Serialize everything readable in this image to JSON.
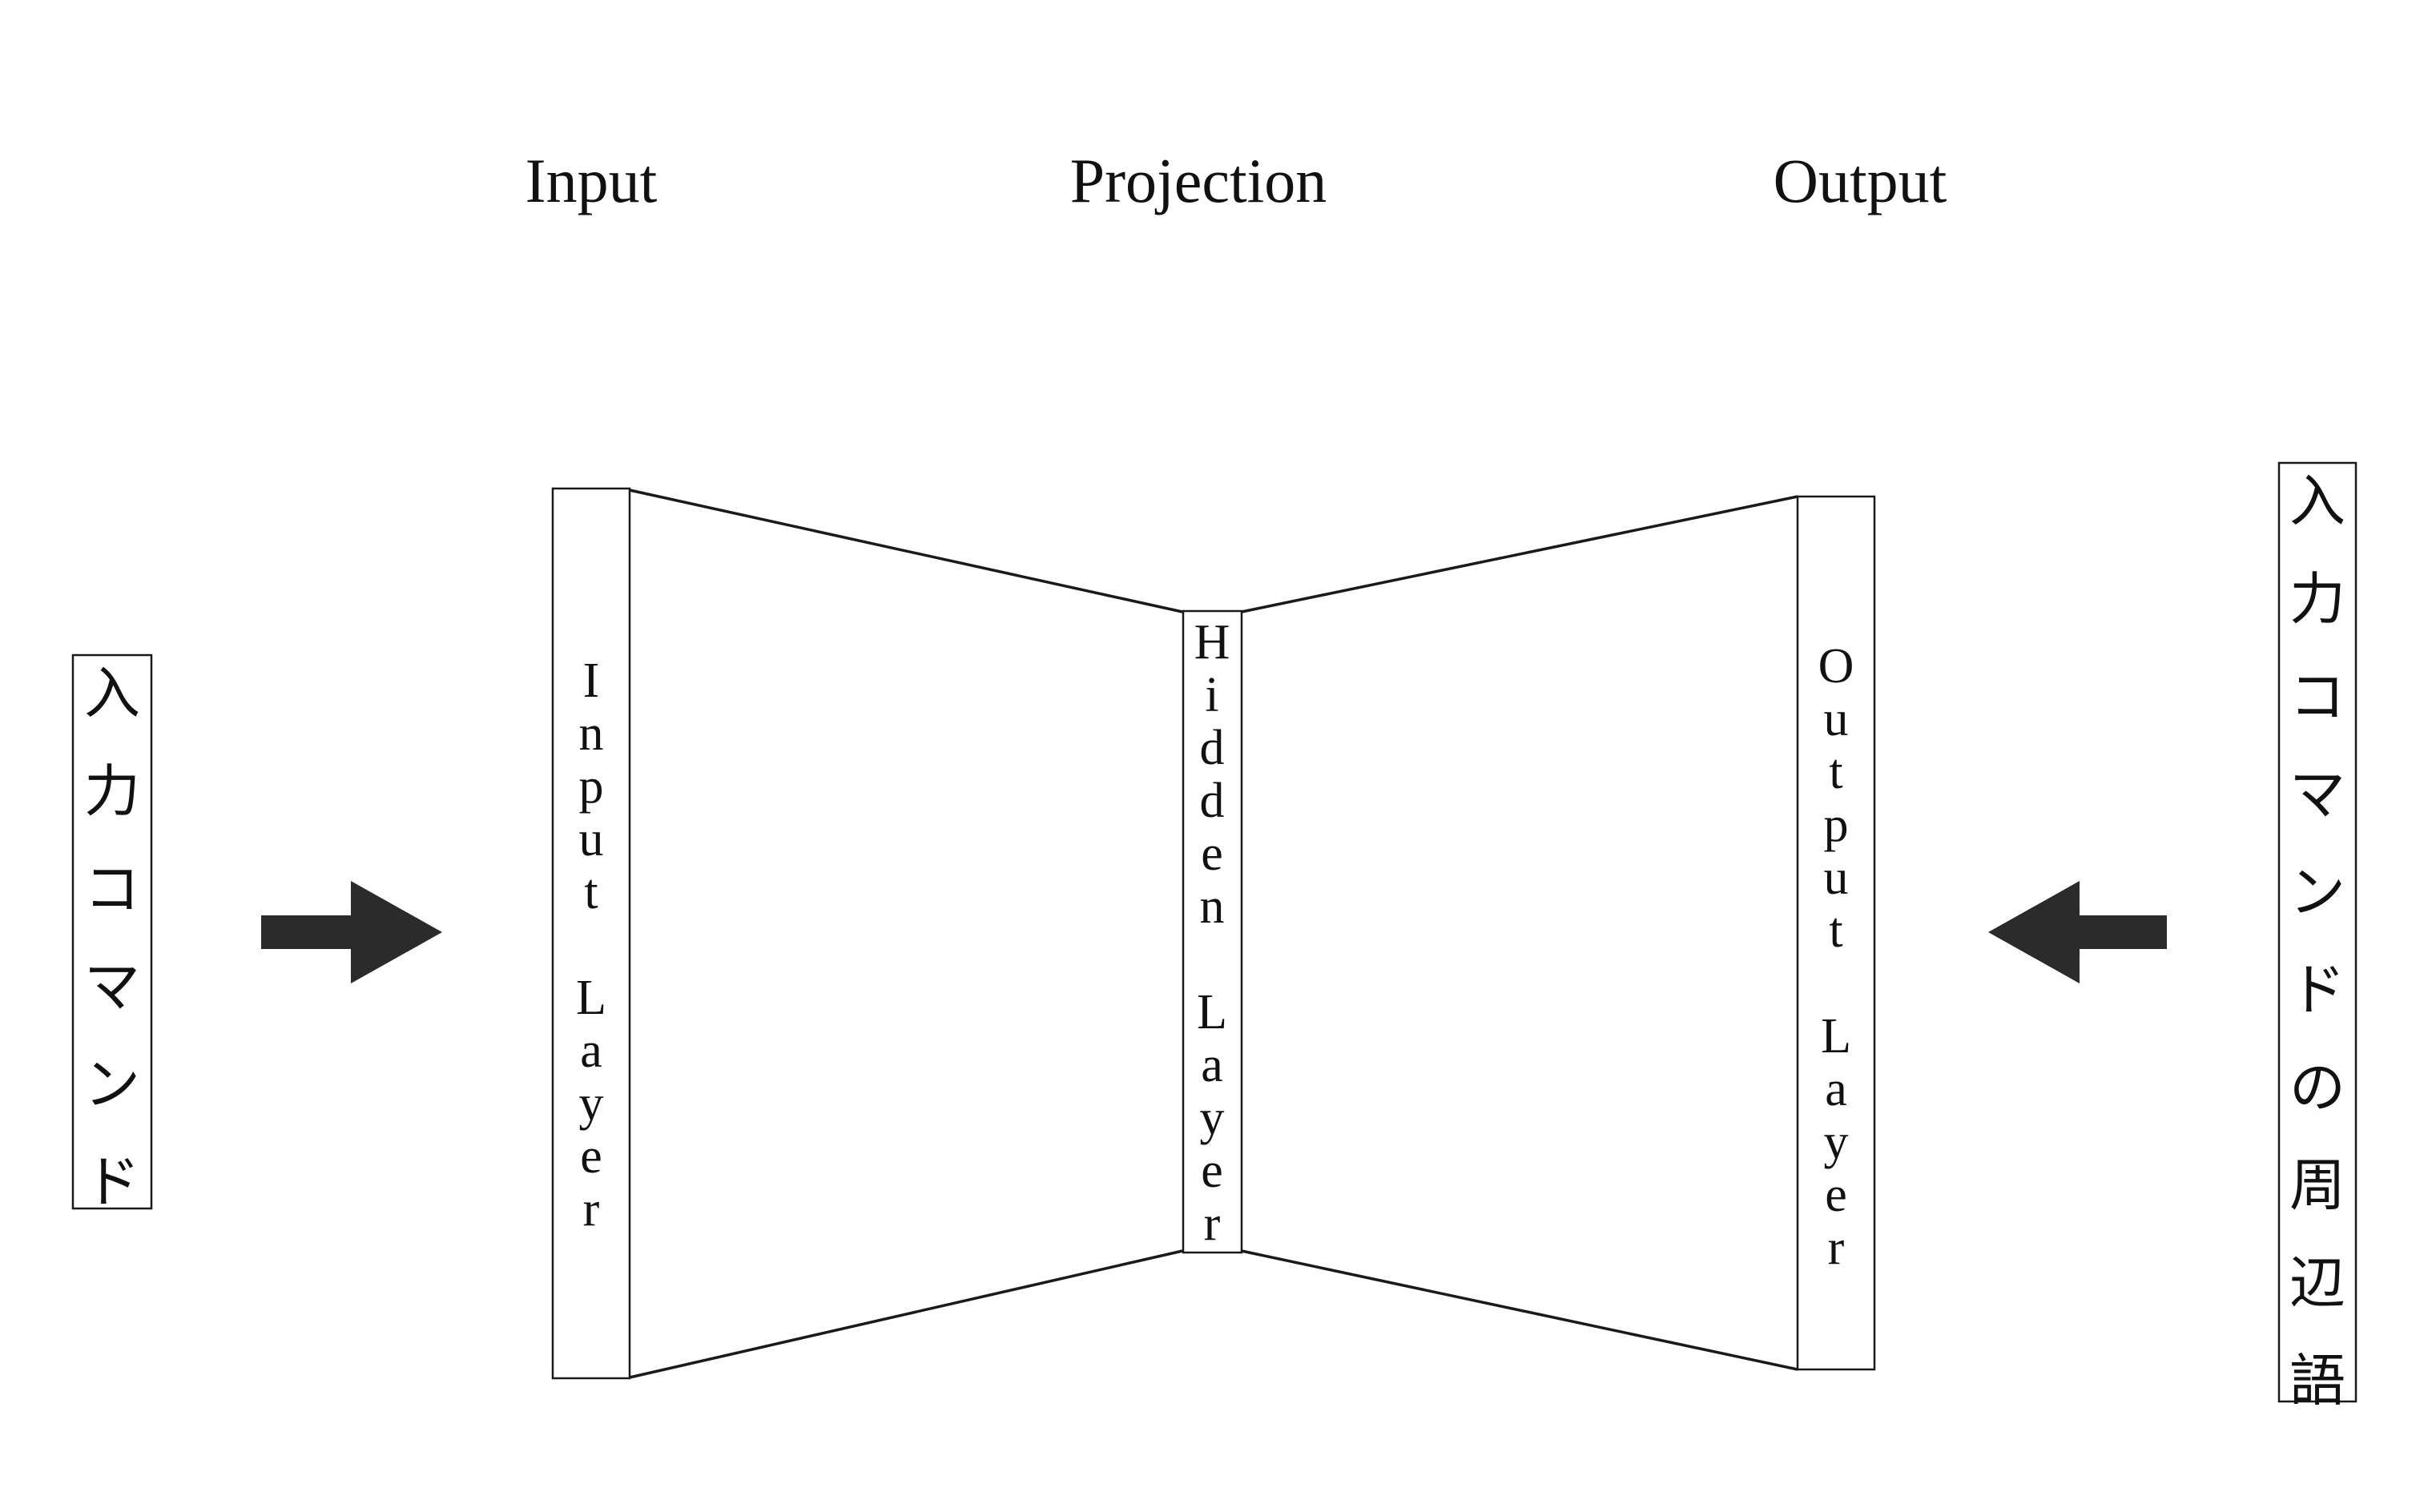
{
  "headers": {
    "input": "Input",
    "projection": "Projection",
    "output": "Output"
  },
  "layers": {
    "input": "Input Layer",
    "hidden": "Hidden Layer",
    "output": "Output Layer"
  },
  "left_term": "入力コマンド",
  "right_term": "入力コマンドの周辺語",
  "arrows": [
    {
      "direction": "right"
    },
    {
      "direction": "left"
    }
  ],
  "colors": {
    "arrow": "#2b2b2b",
    "stroke": "#1a1a1a",
    "text": "#111111"
  }
}
